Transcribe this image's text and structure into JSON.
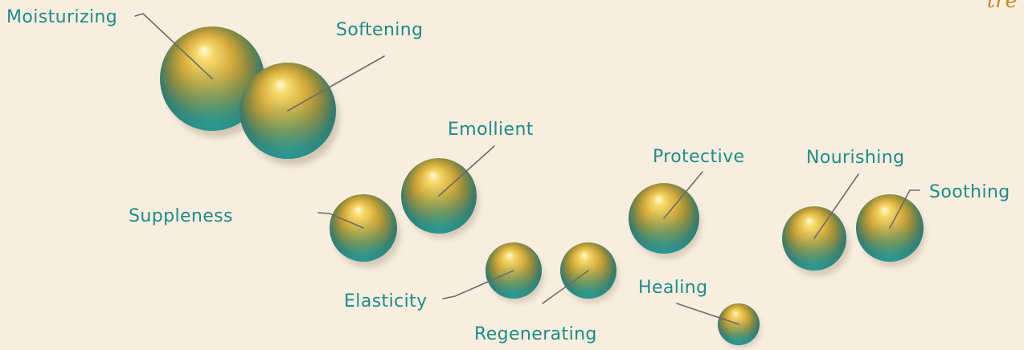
{
  "corner_text": "tre",
  "colors": {
    "background": "#f8eedf",
    "label": "#1f8b8a",
    "leader": "#6e6a66",
    "sphere_gold": "#c79a2d",
    "sphere_teal": "#1f8e8c",
    "corner_text": "#c08d2c"
  },
  "labels": {
    "moisturizing": "Moisturizing",
    "softening": "Softening",
    "emollient": "Emollient",
    "suppleness": "Suppleness",
    "elasticity": "Elasticity",
    "regenerating": "Regenerating",
    "protective": "Protective",
    "healing": "Healing",
    "nourishing": "Nourishing",
    "soothing": "Soothing"
  }
}
